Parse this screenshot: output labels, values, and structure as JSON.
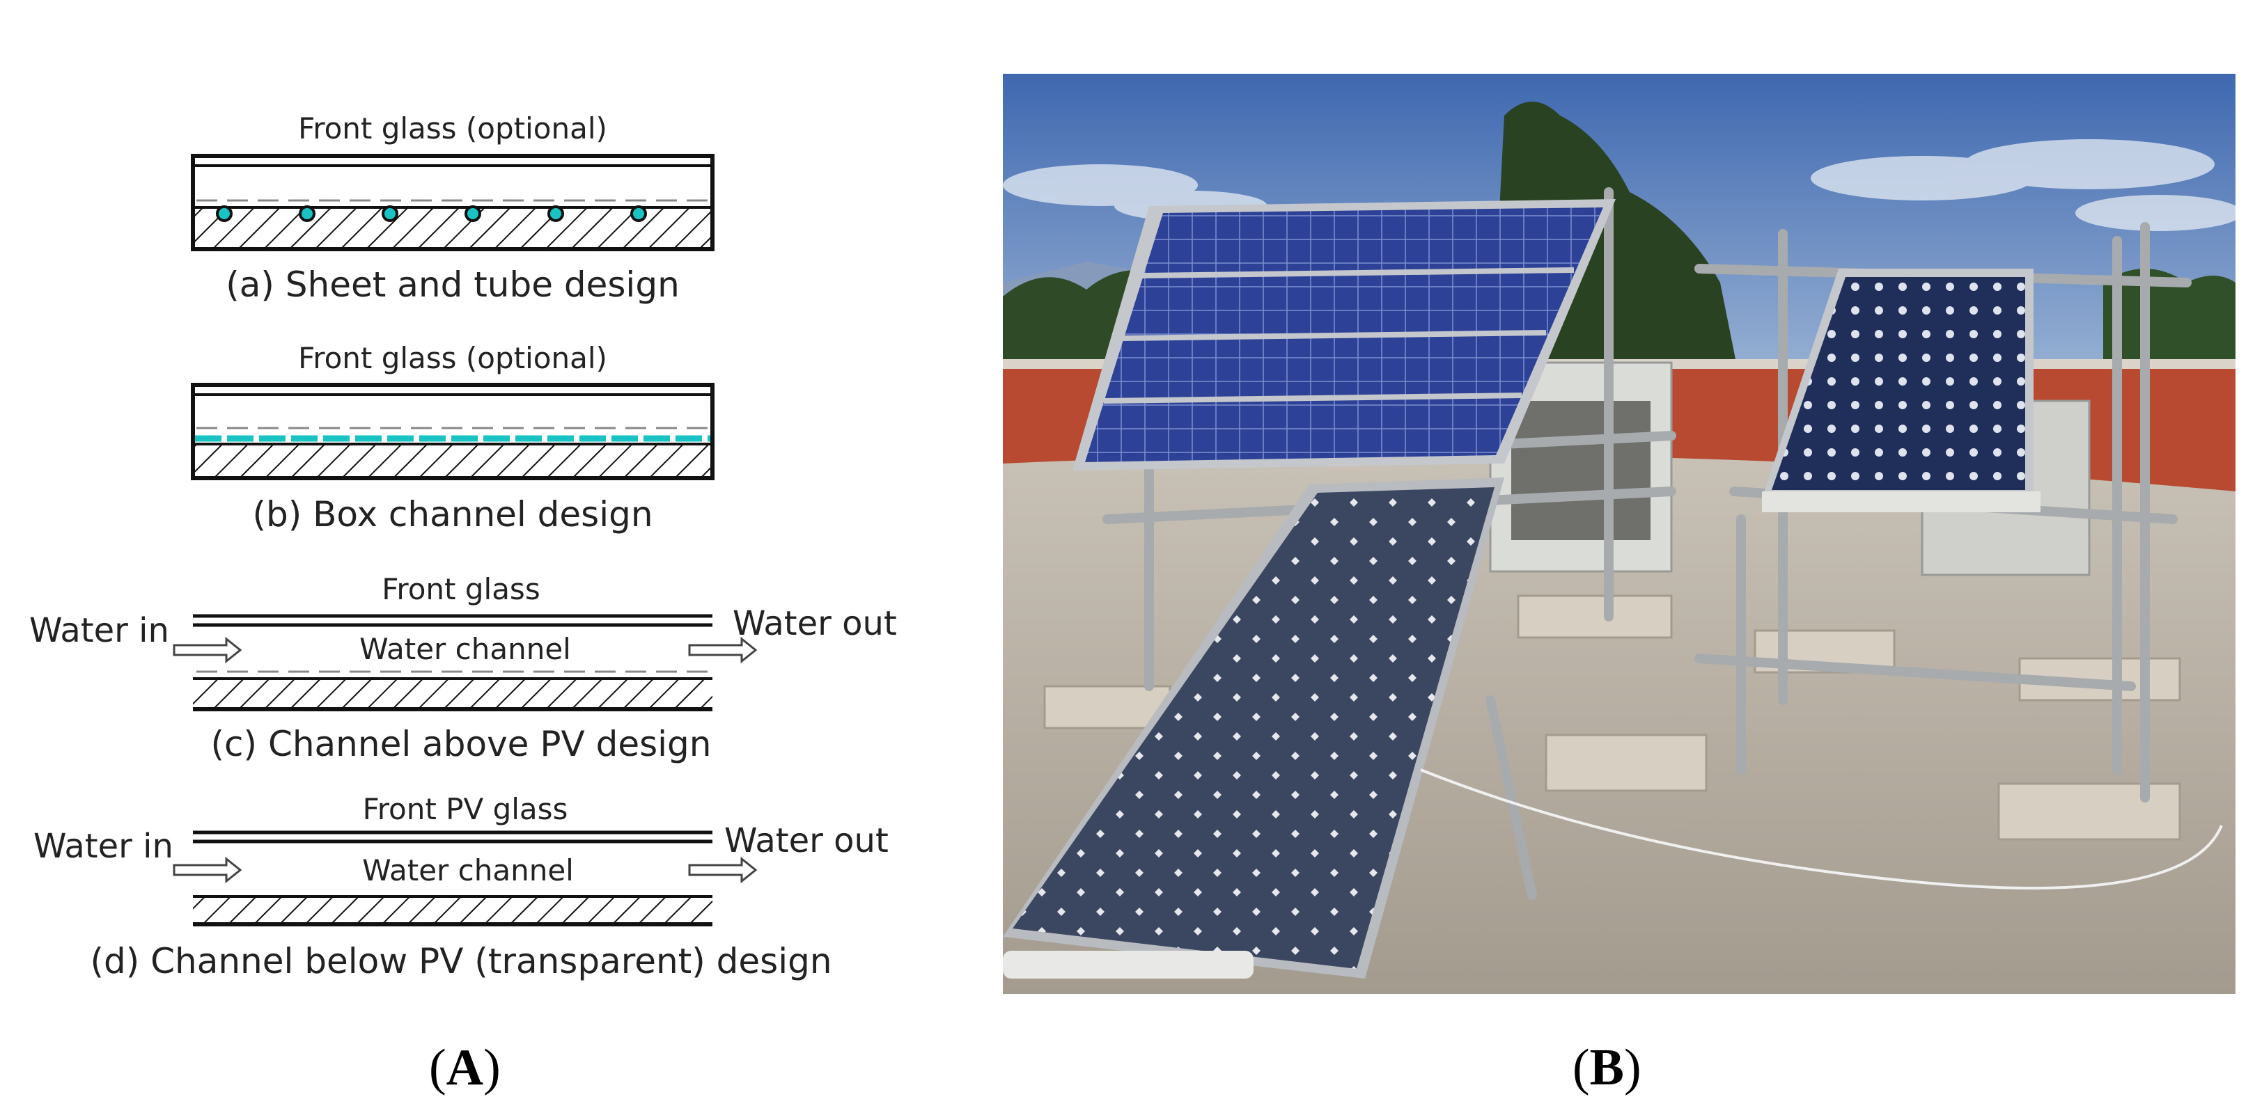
{
  "panel_a": {
    "label": "A",
    "designs": [
      {
        "top_label": "Front glass (optional)",
        "caption": "(a) Sheet and tube design"
      },
      {
        "top_label": "Front glass (optional)",
        "caption": "(b) Box channel design"
      },
      {
        "top_label": "Front glass",
        "caption": "(c) Channel above PV design",
        "channel_label": "Water channel",
        "inlet": "Water in",
        "outlet": "Water out"
      },
      {
        "top_label": "Front PV glass",
        "caption": "(d) Channel below PV (transparent) design",
        "channel_label": "Water channel",
        "inlet": "Water in",
        "outlet": "Water out"
      }
    ]
  },
  "panel_b": {
    "label": "B"
  },
  "colors": {
    "water": "#19c3c3",
    "frame": "#111111",
    "sky": "#4f78b8",
    "roof": "#b8b1a6",
    "wall": "#b84a32",
    "trees": "#2c4a25",
    "pv_blue": "#2a3f8c",
    "pv_dark": "#3a4358"
  }
}
